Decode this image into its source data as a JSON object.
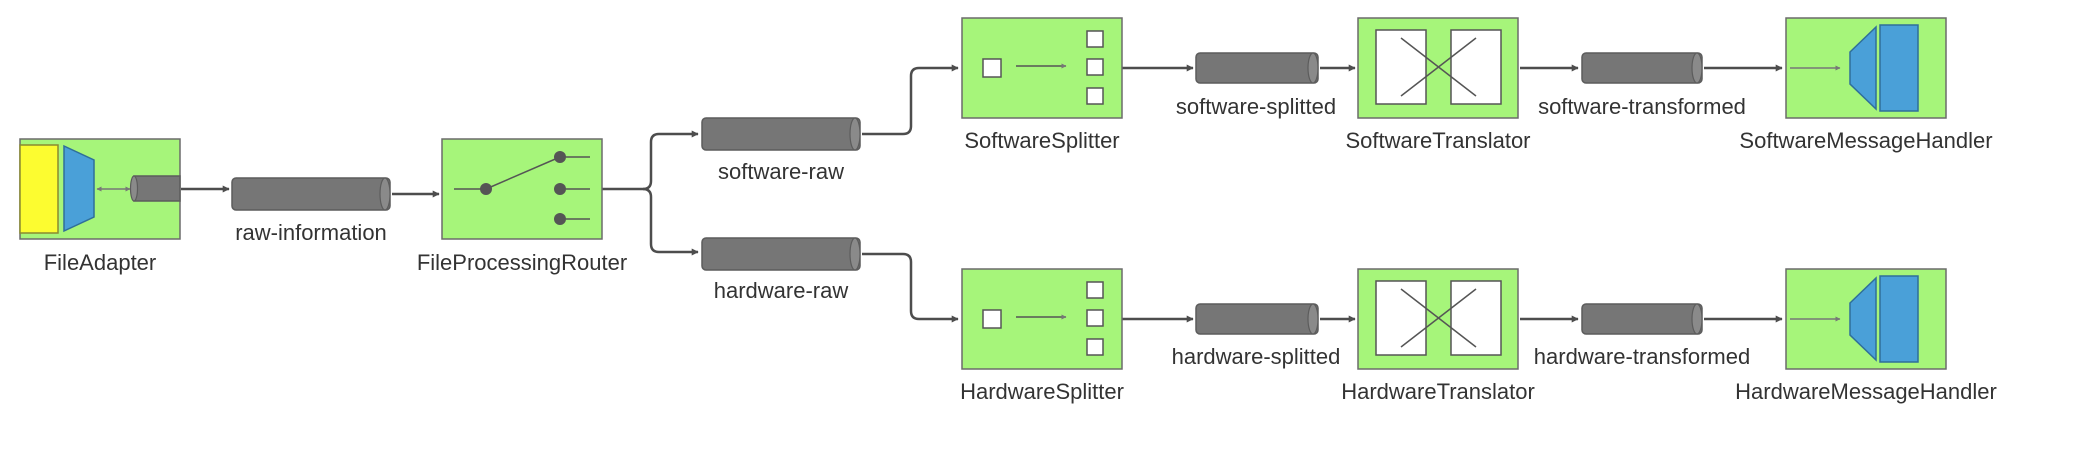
{
  "colors": {
    "component_fill": "#a6f57a",
    "component_stroke": "#6b6b6b",
    "channel_fill": "#767676",
    "adapter_file": "#fcfc30",
    "handler_blue": "#4aa0d8",
    "edge": "#4d4d4d"
  },
  "components": {
    "file_adapter": {
      "label": "FileAdapter",
      "kind": "inbound-channel-adapter"
    },
    "router": {
      "label": "FileProcessingRouter",
      "kind": "router"
    },
    "software_splitter": {
      "label": "SoftwareSplitter",
      "kind": "splitter"
    },
    "hardware_splitter": {
      "label": "HardwareSplitter",
      "kind": "splitter"
    },
    "software_translator": {
      "label": "SoftwareTranslator",
      "kind": "transformer"
    },
    "hardware_translator": {
      "label": "HardwareTranslator",
      "kind": "transformer"
    },
    "software_handler": {
      "label": "SoftwareMessageHandler",
      "kind": "service-activator"
    },
    "hardware_handler": {
      "label": "HardwareMessageHandler",
      "kind": "service-activator"
    }
  },
  "channels": {
    "raw_information": {
      "label": "raw-information"
    },
    "software_raw": {
      "label": "software-raw"
    },
    "hardware_raw": {
      "label": "hardware-raw"
    },
    "software_splitted": {
      "label": "software-splitted"
    },
    "hardware_splitted": {
      "label": "hardware-splitted"
    },
    "software_transformed": {
      "label": "software-transformed"
    },
    "hardware_transformed": {
      "label": "hardware-transformed"
    }
  },
  "flows": [
    [
      "FileAdapter",
      "raw-information"
    ],
    [
      "raw-information",
      "FileProcessingRouter"
    ],
    [
      "FileProcessingRouter",
      "software-raw"
    ],
    [
      "FileProcessingRouter",
      "hardware-raw"
    ],
    [
      "software-raw",
      "SoftwareSplitter"
    ],
    [
      "hardware-raw",
      "HardwareSplitter"
    ],
    [
      "SoftwareSplitter",
      "software-splitted"
    ],
    [
      "hardware-splitted",
      "HardwareTranslator"
    ],
    [
      "HardwareSplitter",
      "hardware-splitted"
    ],
    [
      "software-splitted",
      "SoftwareTranslator"
    ],
    [
      "SoftwareTranslator",
      "software-transformed"
    ],
    [
      "HardwareTranslator",
      "hardware-transformed"
    ],
    [
      "software-transformed",
      "SoftwareMessageHandler"
    ],
    [
      "hardware-transformed",
      "HardwareMessageHandler"
    ]
  ]
}
